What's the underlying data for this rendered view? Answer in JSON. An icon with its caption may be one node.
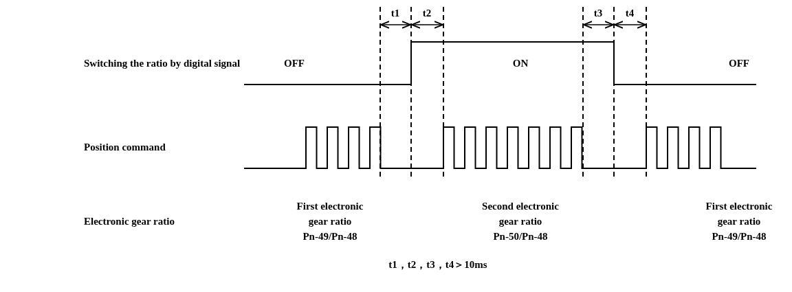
{
  "diagram": {
    "labels": [
      "t1",
      "t2",
      "t3",
      "t4",
      "Switching the ratio by digital signal",
      "OFF",
      "ON",
      "OFF",
      "Position command",
      "Electronic gear ratio",
      "First electronic gear ratio Pn-49/Pn-48",
      "Second electronic gear ratio Pn-50/Pn-48",
      "First electronic gear ratio Pn-49/Pn-48",
      "t1，t2，t3，t4＞10ms"
    ]
  }
}
